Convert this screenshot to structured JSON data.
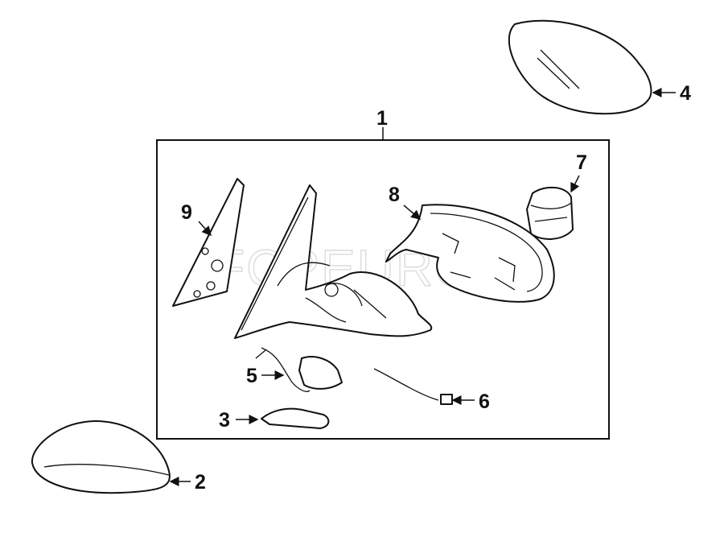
{
  "watermark": "FCPEURO",
  "callouts": [
    "1",
    "2",
    "3",
    "4",
    "5",
    "6",
    "7",
    "8",
    "9"
  ]
}
